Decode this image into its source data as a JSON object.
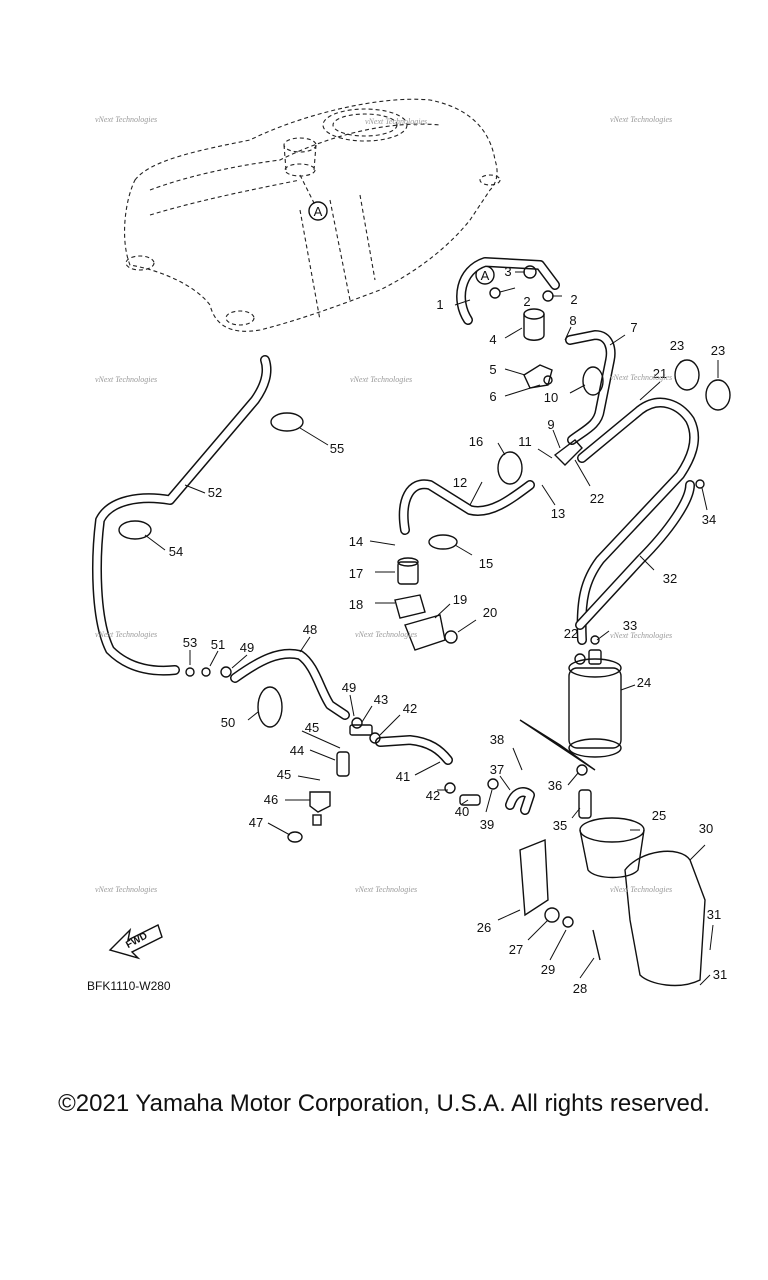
{
  "diagram": {
    "code": "BFK1110-W280",
    "fwd_label": "FWD",
    "ref_label": "A",
    "watermark": "vNext Technologies",
    "part_numbers": [
      "1",
      "2",
      "2",
      "3",
      "4",
      "5",
      "6",
      "7",
      "8",
      "9",
      "10",
      "11",
      "12",
      "13",
      "14",
      "15",
      "16",
      "17",
      "18",
      "19",
      "20",
      "21",
      "22",
      "22",
      "23",
      "23",
      "24",
      "25",
      "26",
      "27",
      "28",
      "29",
      "30",
      "31",
      "31",
      "32",
      "33",
      "34",
      "35",
      "36",
      "37",
      "38",
      "39",
      "40",
      "41",
      "42",
      "42",
      "43",
      "44",
      "45",
      "45",
      "46",
      "47",
      "48",
      "49",
      "49",
      "50",
      "51",
      "52",
      "53",
      "54",
      "55"
    ]
  },
  "copyright": "©2021 Yamaha Motor Corporation, U.S.A. All rights reserved."
}
